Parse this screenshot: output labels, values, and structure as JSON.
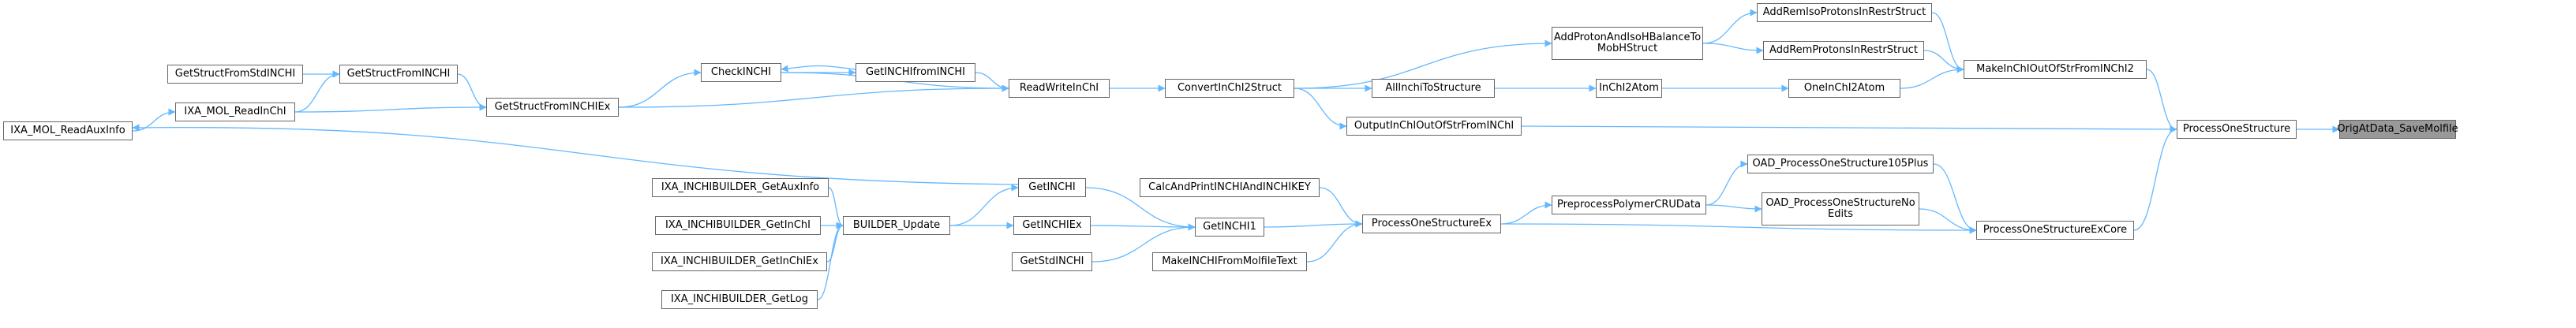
{
  "diagram": {
    "nodes": {
      "OrigAtData_SaveMolfile": "OrigAtData_SaveMolfile",
      "ProcessOneStructure": "ProcessOneStructure",
      "ProcessOneStructureExCore": "ProcessOneStructureExCore",
      "MakeInChIOutOfStrFromINChI2": "MakeInChIOutOfStrFromINChI2",
      "OutputInChIOutOfStrFromINChI": "OutputInChIOutOfStrFromINChI",
      "AddRemIsoProtonsInRestrStruct": "AddRemIsoProtonsInRestrStruct",
      "AddRemProtonsInRestrStruct": "AddRemProtonsInRestrStruct",
      "OneInChI2Atom": "OneInChI2Atom",
      "AddProtonAndIsoHBalanceToMobHStruct": "AddProtonAndIsoHBalanceTo\nMobHStruct",
      "InChI2Atom": "InChI2Atom",
      "AllInchiToStructure": "AllInchiToStructure",
      "ConvertInChI2Struct": "ConvertInChI2Struct",
      "ReadWriteInChI": "ReadWriteInChI",
      "GetINCHIfromINCHI": "GetINCHIfromINCHI",
      "CheckINCHI": "CheckINCHI",
      "GetStructFromINCHIEx": "GetStructFromINCHIEx",
      "GetStructFromINCHI": "GetStructFromINCHI",
      "GetStructFromStdINCHI": "GetStructFromStdINCHI",
      "IXA_MOL_ReadInChI": "IXA_MOL_ReadInChI",
      "IXA_MOL_ReadAuxInfo": "IXA_MOL_ReadAuxInfo",
      "OAD_ProcessOneStructure105Plus": "OAD_ProcessOneStructure105Plus",
      "OAD_ProcessOneStructureNoEdits": "OAD_ProcessOneStructureNo\nEdits",
      "PreprocessPolymerCRUData": "PreprocessPolymerCRUData",
      "ProcessOneStructureEx": "ProcessOneStructureEx",
      "CalcAndPrintINCHIAndINCHIKEY": "CalcAndPrintINCHIAndINCHIKEY",
      "GetINCHI1": "GetINCHI1",
      "MakeINCHIFromMolfileText": "MakeINCHIFromMolfileText",
      "GetINCHI": "GetINCHI",
      "GetINCHIEx": "GetINCHIEx",
      "GetStdINCHI": "GetStdINCHI",
      "BUILDER_Update": "BUILDER_Update",
      "IXA_INCHIBUILDER_GetAuxInfo": "IXA_INCHIBUILDER_GetAuxInfo",
      "IXA_INCHIBUILDER_GetInChI": "IXA_INCHIBUILDER_GetInChI",
      "IXA_INCHIBUILDER_GetInChIEx": "IXA_INCHIBUILDER_GetInChIEx",
      "IXA_INCHIBUILDER_GetLog": "IXA_INCHIBUILDER_GetLog"
    },
    "root": "OrigAtData_SaveMolfile",
    "edges": [
      [
        "ProcessOneStructure",
        "OrigAtData_SaveMolfile"
      ],
      [
        "MakeInChIOutOfStrFromINChI2",
        "ProcessOneStructure"
      ],
      [
        "OutputInChIOutOfStrFromINChI",
        "ProcessOneStructure"
      ],
      [
        "ProcessOneStructureExCore",
        "ProcessOneStructure"
      ],
      [
        "AddRemIsoProtonsInRestrStruct",
        "MakeInChIOutOfStrFromINChI2"
      ],
      [
        "AddRemProtonsInRestrStruct",
        "MakeInChIOutOfStrFromINChI2"
      ],
      [
        "OneInChI2Atom",
        "MakeInChIOutOfStrFromINChI2"
      ],
      [
        "AddProtonAndIsoHBalanceToMobHStruct",
        "AddRemIsoProtonsInRestrStruct"
      ],
      [
        "AddProtonAndIsoHBalanceToMobHStruct",
        "AddRemProtonsInRestrStruct"
      ],
      [
        "InChI2Atom",
        "OneInChI2Atom"
      ],
      [
        "ConvertInChI2Struct",
        "AddProtonAndIsoHBalanceToMobHStruct"
      ],
      [
        "AllInchiToStructure",
        "InChI2Atom"
      ],
      [
        "ConvertInChI2Struct",
        "AllInchiToStructure"
      ],
      [
        "ConvertInChI2Struct",
        "OutputInChIOutOfStrFromINChI"
      ],
      [
        "ReadWriteInChI",
        "ConvertInChI2Struct"
      ],
      [
        "GetINCHIfromINCHI",
        "ReadWriteInChI"
      ],
      [
        "CheckINCHI",
        "ReadWriteInChI"
      ],
      [
        "GetStructFromINCHIEx",
        "ReadWriteInChI"
      ],
      [
        "CheckINCHI",
        "GetINCHIfromINCHI"
      ],
      [
        "GetINCHIfromINCHI",
        "CheckINCHI"
      ],
      [
        "GetStructFromINCHIEx",
        "CheckINCHI"
      ],
      [
        "GetStructFromINCHI",
        "GetStructFromINCHIEx"
      ],
      [
        "IXA_MOL_ReadInChI",
        "GetStructFromINCHIEx"
      ],
      [
        "GetStructFromStdINCHI",
        "GetStructFromINCHI"
      ],
      [
        "IXA_MOL_ReadInChI",
        "GetStructFromINCHI"
      ],
      [
        "IXA_MOL_ReadAuxInfo",
        "IXA_MOL_ReadInChI"
      ],
      [
        "GetINCHI",
        "IXA_MOL_ReadAuxInfo"
      ],
      [
        "OAD_ProcessOneStructure105Plus",
        "ProcessOneStructureExCore"
      ],
      [
        "OAD_ProcessOneStructureNoEdits",
        "ProcessOneStructureExCore"
      ],
      [
        "ProcessOneStructureEx",
        "ProcessOneStructureExCore"
      ],
      [
        "PreprocessPolymerCRUData",
        "OAD_ProcessOneStructure105Plus"
      ],
      [
        "PreprocessPolymerCRUData",
        "OAD_ProcessOneStructureNoEdits"
      ],
      [
        "ProcessOneStructureEx",
        "PreprocessPolymerCRUData"
      ],
      [
        "CalcAndPrintINCHIAndINCHIKEY",
        "ProcessOneStructureEx"
      ],
      [
        "GetINCHI1",
        "ProcessOneStructureEx"
      ],
      [
        "MakeINCHIFromMolfileText",
        "ProcessOneStructureEx"
      ],
      [
        "GetINCHI",
        "GetINCHI1"
      ],
      [
        "GetINCHIEx",
        "GetINCHI1"
      ],
      [
        "GetStdINCHI",
        "GetINCHI1"
      ],
      [
        "BUILDER_Update",
        "GetINCHI"
      ],
      [
        "BUILDER_Update",
        "GetINCHIEx"
      ],
      [
        "IXA_INCHIBUILDER_GetAuxInfo",
        "BUILDER_Update"
      ],
      [
        "IXA_INCHIBUILDER_GetInChI",
        "BUILDER_Update"
      ],
      [
        "IXA_INCHIBUILDER_GetInChIEx",
        "BUILDER_Update"
      ],
      [
        "IXA_INCHIBUILDER_GetLog",
        "BUILDER_Update"
      ]
    ],
    "colors": {
      "edge": "#63b8ff",
      "node_border": "#666666",
      "root_fill": "#999999"
    }
  }
}
